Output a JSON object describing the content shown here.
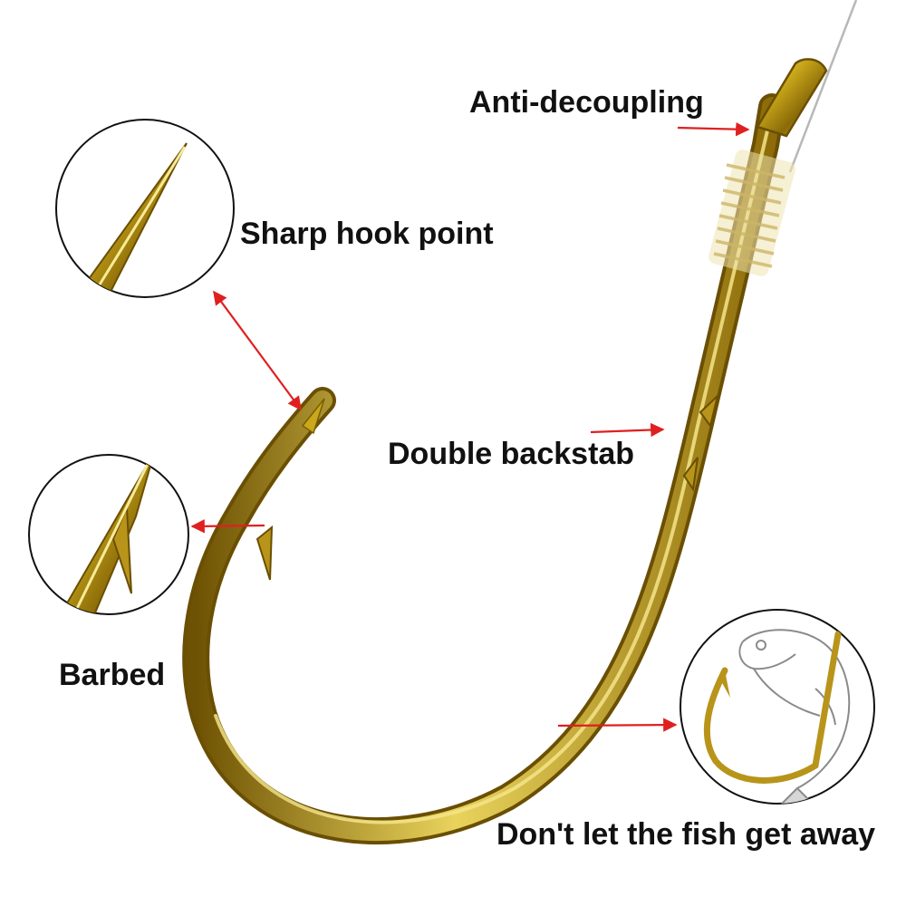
{
  "labels": {
    "anti_decoupling": "Anti-decoupling",
    "sharp_hook_point": "Sharp hook point",
    "double_backstab": "Double backstab",
    "barbed": "Barbed",
    "fish_slogan": "Don't let the fish get away"
  },
  "colors": {
    "gold": "#c9a81a",
    "gold_light": "#f3e27a",
    "gold_dark": "#7a5d05",
    "arrow_red": "#e02020",
    "text": "#111111"
  },
  "icons": [
    "fish-hook",
    "fish-icon",
    "thread-wrap"
  ]
}
